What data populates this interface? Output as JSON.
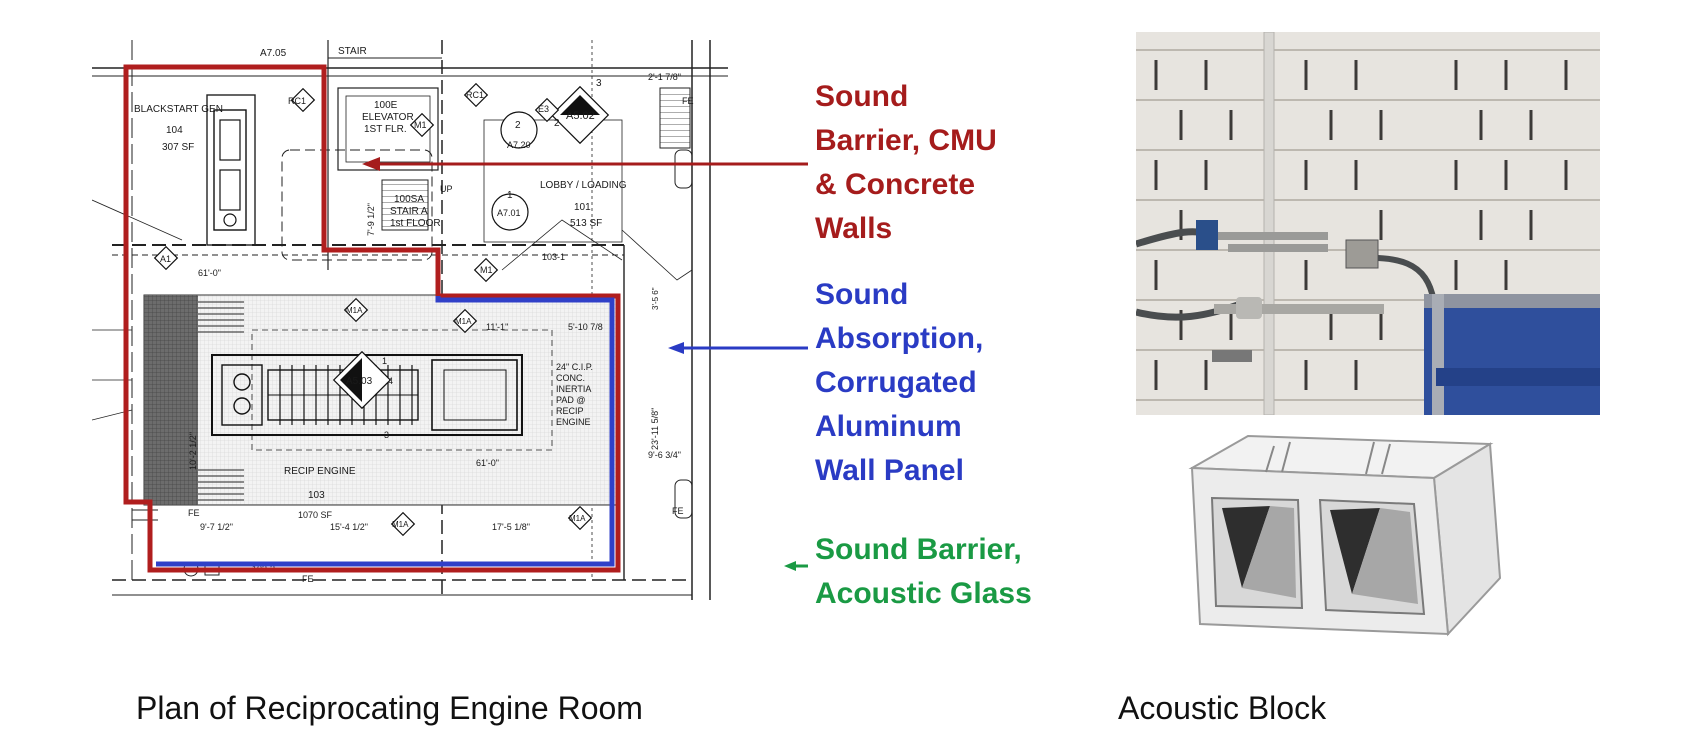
{
  "plan": {
    "labels": {
      "a705": "A7.05",
      "stair": "STAIR",
      "blackstart": "BLACKSTART GEN",
      "room104": "104",
      "sf307": "307 SF",
      "rc1a": "RC1",
      "rc1b": "RC1",
      "e100": "100E",
      "elevator": "ELEVATOR",
      "flr1": "1ST FLR.",
      "m1a": "M1",
      "e3": "E3",
      "n2": "2",
      "n3": "3",
      "a502": "A5.02",
      "dim2178": "2'-1 7/8\"",
      "fe1": "FE",
      "n2b": "2",
      "a720": "A7.20",
      "lobby": "LOBBY / LOADING",
      "n1": "1",
      "a701": "A7.01",
      "room101": "101",
      "sf513": "513 SF",
      "s100": "100SA",
      "stairA": "STAIR A",
      "floor1": "1st FLOOR",
      "up": "UP",
      "dim79": "7'-9 1/2\"",
      "a1": "A1",
      "dim61a": "61'-0\"",
      "m1b": "M1",
      "d1031": "103-1",
      "m1a1": "M1A",
      "m1a2": "M1A",
      "dim111": "11'-1\"",
      "dim510": "5'-10 7/8",
      "dim356": "3'-5 6\"",
      "pad1": "24\" C.I.P.",
      "pad2": "CONC.",
      "pad3": "INERTIA",
      "pad4": "PAD @",
      "pad5": "RECIP",
      "pad6": "ENGINE",
      "a503": "A5.03",
      "dim23": "23'-11 5/8\"",
      "dim96": "9'-6 3/4\"",
      "dim102": "10'-2 1/2\"",
      "dim61b": "61'-0\"",
      "recip": "RECIP ENGINE",
      "room103": "103",
      "sf1070": "1070 SF",
      "fe2": "FE",
      "dim97": "9'-7 1/2\"",
      "dim154": "15'-4 1/2\"",
      "m1a3": "M1A",
      "dim175": "17'-5 1/8\"",
      "m1a4": "M1A",
      "fe3": "FE",
      "d1032": "103-2",
      "fe4": "FE",
      "n1b": "1",
      "n4": "4",
      "n3b": "3"
    }
  },
  "legend": {
    "cmu": {
      "color": "#a51c1c",
      "lines": [
        "Sound",
        "Barrier, CMU",
        "& Concrete",
        "Walls"
      ]
    },
    "aluminum": {
      "color": "#2a3bc4",
      "lines": [
        "Sound",
        "Absorption,",
        "Corrugated",
        "Aluminum",
        "Wall Panel"
      ]
    },
    "glass": {
      "color": "#1a9a44",
      "lines": [
        "Sound Barrier,",
        "Acoustic Glass"
      ]
    }
  },
  "captions": {
    "plan": "Plan of Reciprocating Engine Room",
    "block": "Acoustic Block"
  }
}
